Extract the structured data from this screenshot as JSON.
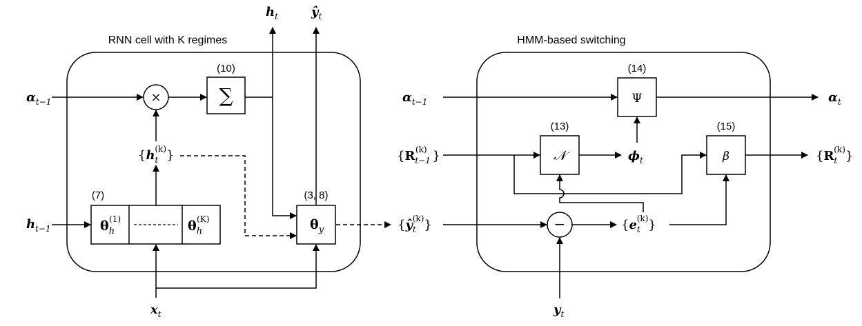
{
  "left_panel": {
    "title": "RNN cell with K regimes",
    "eq_sum": "(10)",
    "eq_theta_h": "(7)",
    "eq_theta_y": "(3, 8)",
    "multiply_symbol": "×",
    "sum_symbol": "∑",
    "theta_h1": {
      "base": "θ",
      "sub": "h",
      "sup": "(1)"
    },
    "theta_hK": {
      "base": "θ",
      "sub": "h",
      "sup": "(K)"
    },
    "theta_y": {
      "base": "θ",
      "sub": "y"
    },
    "in_alpha": {
      "base": "α",
      "sub": "t−1"
    },
    "in_h": {
      "base": "h",
      "sub": "t−1"
    },
    "in_x": {
      "base": "x",
      "sub": "t"
    },
    "out_h": {
      "base": "h",
      "sub": "t"
    },
    "out_yhat": {
      "base": "ŷ",
      "sub": "t"
    },
    "h_set": {
      "open": "{",
      "base": "h",
      "sub": "t",
      "sup": "(k)",
      "close": "}"
    },
    "yhat_set": {
      "open": "{",
      "base": "ŷ",
      "sub": "t",
      "sup": "(k)",
      "close": "}"
    }
  },
  "right_panel": {
    "title": "HMM-based switching",
    "eq_psi": "(14)",
    "eq_normal": "(13)",
    "eq_beta": "(15)",
    "psi_symbol": "Ψ",
    "normal_symbol": "𝒩",
    "beta_symbol": "β",
    "minus_symbol": "−",
    "in_alpha": {
      "base": "α",
      "sub": "t−1"
    },
    "out_alpha": {
      "base": "α",
      "sub": "t"
    },
    "in_R": {
      "open": "{",
      "base": "R",
      "sub": "t−1",
      "sup": "(k)",
      "close": "}"
    },
    "out_R": {
      "open": "{",
      "base": "R",
      "sub": "t",
      "sup": "(k)",
      "close": "}"
    },
    "phi": {
      "base": "ϕ",
      "sub": "t"
    },
    "e_set": {
      "open": "{",
      "base": "e",
      "sub": "t",
      "sup": "(k)",
      "close": "}"
    },
    "in_y": {
      "base": "y",
      "sub": "t"
    }
  }
}
